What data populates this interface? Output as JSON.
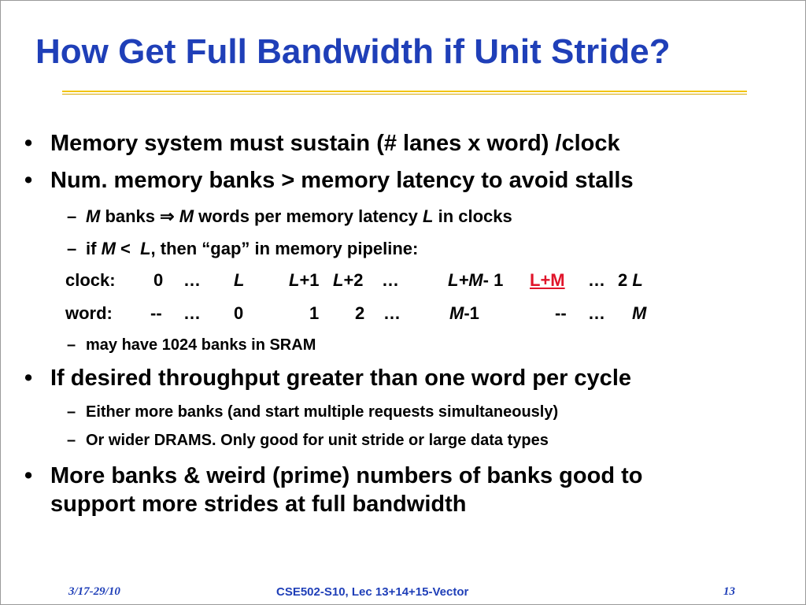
{
  "title": "How Get Full Bandwidth if Unit Stride?",
  "bullets": {
    "b1": "Memory system must sustain (# lanes x word) /clock",
    "b2": "Num. memory banks > memory latency to avoid stalls",
    "b2_sub1": {
      "m1": "M",
      "t1": " banks ",
      "arrow": "⇒",
      "m2": " M",
      "t2": " words per memory latency ",
      "l": "L",
      "t3": " in clocks"
    },
    "b2_sub2": {
      "t1": "if ",
      "m": "M",
      "t2": " <  ",
      "l": "L",
      "t3": ", then “gap” in memory pipeline:"
    },
    "clock_row": {
      "label": "clock:",
      "c1": "0",
      "c2": "…",
      "c3": "L",
      "c4a": "L",
      "c4b": "+1",
      "c5a": "L",
      "c5b": "+2",
      "c6": "…",
      "c7a": "L+M",
      "c7b": "- 1",
      "c8": "L+M",
      "c9": "…",
      "c10a": "2 ",
      "c10b": "L"
    },
    "word_row": {
      "label": "word:",
      "w1": "--",
      "w2": "…",
      "w3": "0",
      "w4": "1",
      "w5": "2",
      "w6": "…",
      "w7a": "M",
      "w7b": "-1",
      "w8": "--",
      "w9": "…",
      "w10": "M"
    },
    "b2_sub3": "may have 1024 banks in SRAM",
    "b3": "If desired throughput greater than one word per cycle",
    "b3_sub1": "Either more banks (and start multiple requests simultaneously)",
    "b3_sub2": "Or wider DRAMS.  Only good for unit stride or large data types",
    "b4_line1": "More banks & weird (prime) numbers of banks good to",
    "b4_line2": "support more strides at full bandwidth"
  },
  "markers": {
    "bullet": "•",
    "dash": "–"
  },
  "footer": {
    "date": "3/17-29/10",
    "course": "CSE502-S10, Lec 13+14+15-Vector",
    "page": "13"
  },
  "colors": {
    "title": "#1f3fb8",
    "rule": "#f2c400",
    "highlight": "#e0142a"
  }
}
